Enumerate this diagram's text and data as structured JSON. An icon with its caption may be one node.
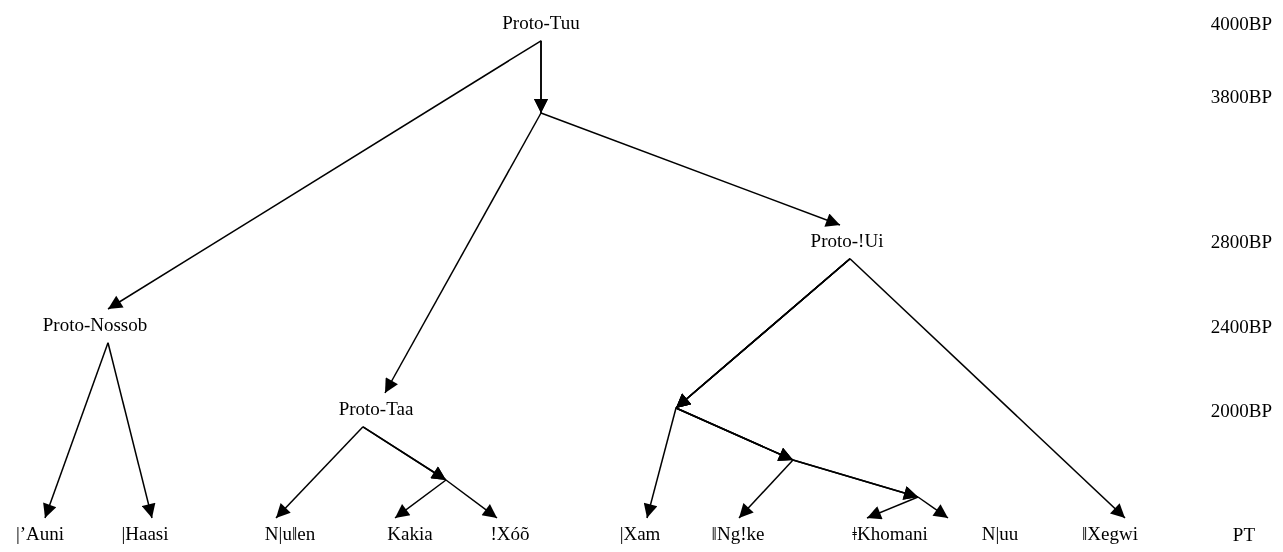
{
  "diagram": {
    "nodes": [
      {
        "text": [
          "Proto-Tuu"
        ]
      },
      {
        "text": [
          "Proto-!Ui"
        ]
      },
      {
        "text": [
          "Proto-Nossob"
        ]
      },
      {
        "text": [
          "Proto-Taa"
        ]
      },
      {
        "text": [
          "|’Auni"
        ]
      },
      {
        "text": [
          "|Haasi"
        ]
      },
      {
        "text": [
          "N|u‖en"
        ]
      },
      {
        "text": [
          "Kakia"
        ]
      },
      {
        "text": [
          "!Xóõ"
        ]
      },
      {
        "text": [
          "|Xam"
        ]
      },
      {
        "text": [
          "‖Ng!ke"
        ]
      },
      {
        "text": [
          "ǂKhomani"
        ]
      },
      {
        "text": [
          "N|uu"
        ]
      },
      {
        "text": [
          "‖Xegwi"
        ]
      }
    ],
    "edges": [
      {
        "from": 0,
        "to": 2,
        "arrow": "to"
      },
      {
        "from": 0,
        "to": 3,
        "arrow": "to"
      },
      {
        "from": 0,
        "to": 1,
        "arrow": "to"
      },
      {
        "from": 2,
        "to": 4,
        "arrow": "to"
      },
      {
        "from": 2,
        "to": 5,
        "arrow": "to"
      },
      {
        "from": 3,
        "to": 6,
        "arrow": "to"
      },
      {
        "from": 3,
        "to": 7,
        "arrow": "to"
      },
      {
        "from": 3,
        "to": 8,
        "arrow": "to"
      },
      {
        "from": 1,
        "to": 9,
        "arrow": "to"
      },
      {
        "from": 1,
        "to": 10,
        "arrow": "to"
      },
      {
        "from": 1,
        "to": 11,
        "arrow": "to"
      },
      {
        "from": 1,
        "to": 12,
        "arrow": "to"
      },
      {
        "from": 1,
        "to": 13,
        "arrow": "to"
      }
    ],
    "labels": [
      "4000BP",
      "3800BP",
      "2800BP",
      "2400BP",
      "2000BP",
      "PT"
    ]
  }
}
